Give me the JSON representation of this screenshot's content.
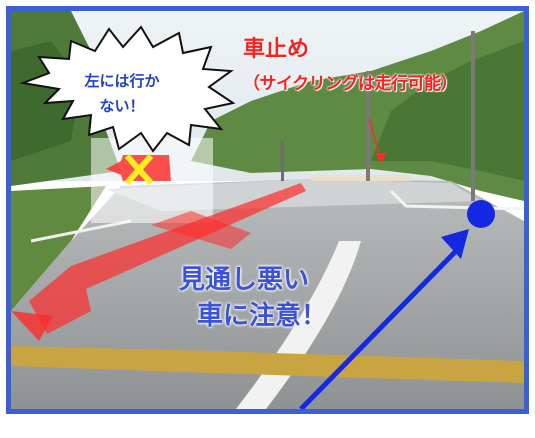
{
  "annotations": {
    "title": "車止め",
    "note": "（サイクリングは走行可能）",
    "burst_line1": "左には行か",
    "burst_line2": "ない！",
    "warning_line1": "見通し悪い",
    "warning_line2": "車に注意！"
  },
  "colors": {
    "frame": "#3a5fd9",
    "red_text": "#ff1e1e",
    "blue_text": "#3b52d9",
    "arrow_red": "#ff2a2a",
    "arrow_blue": "#1428e0",
    "cross_yellow": "#ffee22"
  },
  "icons": [
    "cross-mark-icon",
    "position-dot-icon",
    "red-arrow-icon",
    "blue-arrow-icon"
  ]
}
